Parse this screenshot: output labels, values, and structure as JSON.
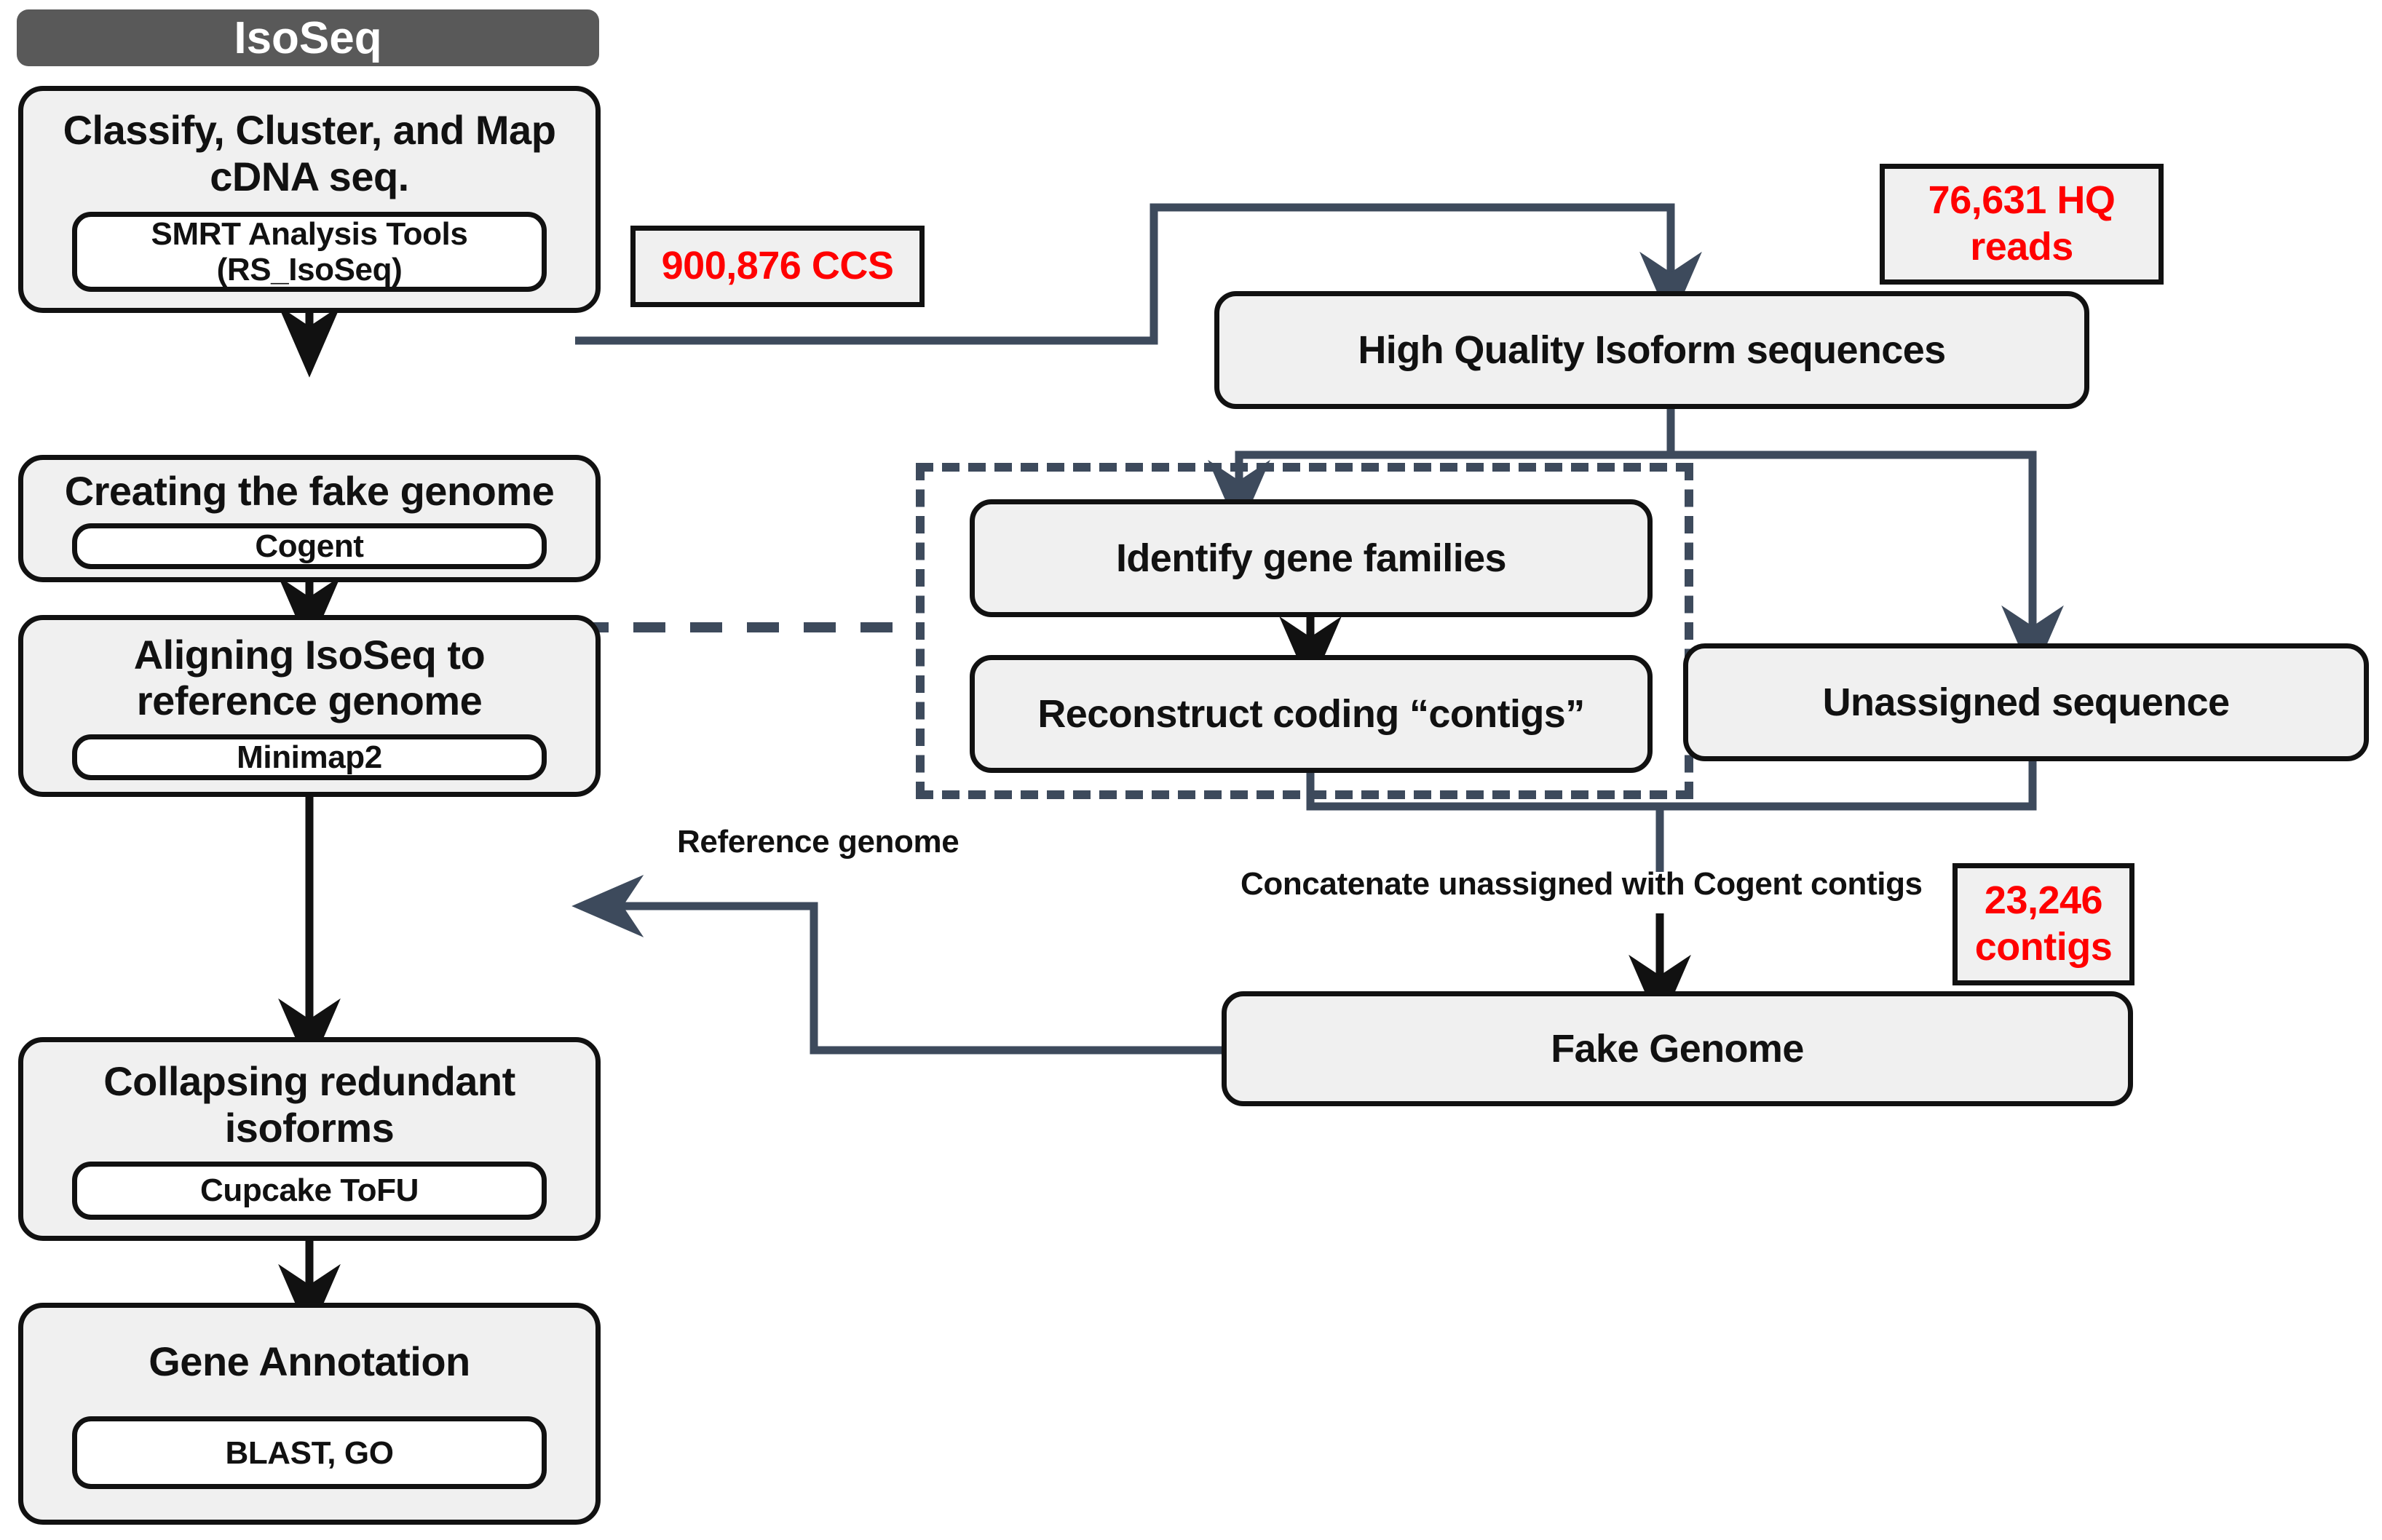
{
  "header": {
    "label": "IsoSeq"
  },
  "pipeline_steps": [
    {
      "title": "Classify, Cluster, and Map cDNA seq.",
      "tool": "SMRT Analysis Tools (RS_IsoSeq)"
    },
    {
      "title": "Creating the fake genome",
      "tool": "Cogent"
    },
    {
      "title": "Aligning IsoSeq to reference genome",
      "tool": "Minimap2"
    },
    {
      "title": "Collapsing redundant isoforms",
      "tool": "Cupcake ToFU"
    },
    {
      "title": "Gene Annotation",
      "tool": "BLAST, GO"
    }
  ],
  "flow_boxes": {
    "hq_isoform": "High Quality Isoform sequences",
    "identify_gene_families": "Identify gene families",
    "reconstruct_contigs": "Reconstruct coding “contigs”",
    "unassigned_sequence": "Unassigned sequence",
    "fake_genome": "Fake Genome"
  },
  "callouts": {
    "ccs": "900,876 CCS",
    "hq_reads": "76,631 HQ reads",
    "contigs": "23,246 contigs"
  },
  "edge_labels": {
    "reference_genome": "Reference genome",
    "concatenate": "Concatenate unassigned with Cogent contigs"
  },
  "colors": {
    "header_background": "#595959",
    "box_fill": "#f0f0f0",
    "box_stroke": "#111111",
    "connector": "#3d4a5c",
    "annotation_text": "#ff0000",
    "page_background": "#ffffff"
  }
}
